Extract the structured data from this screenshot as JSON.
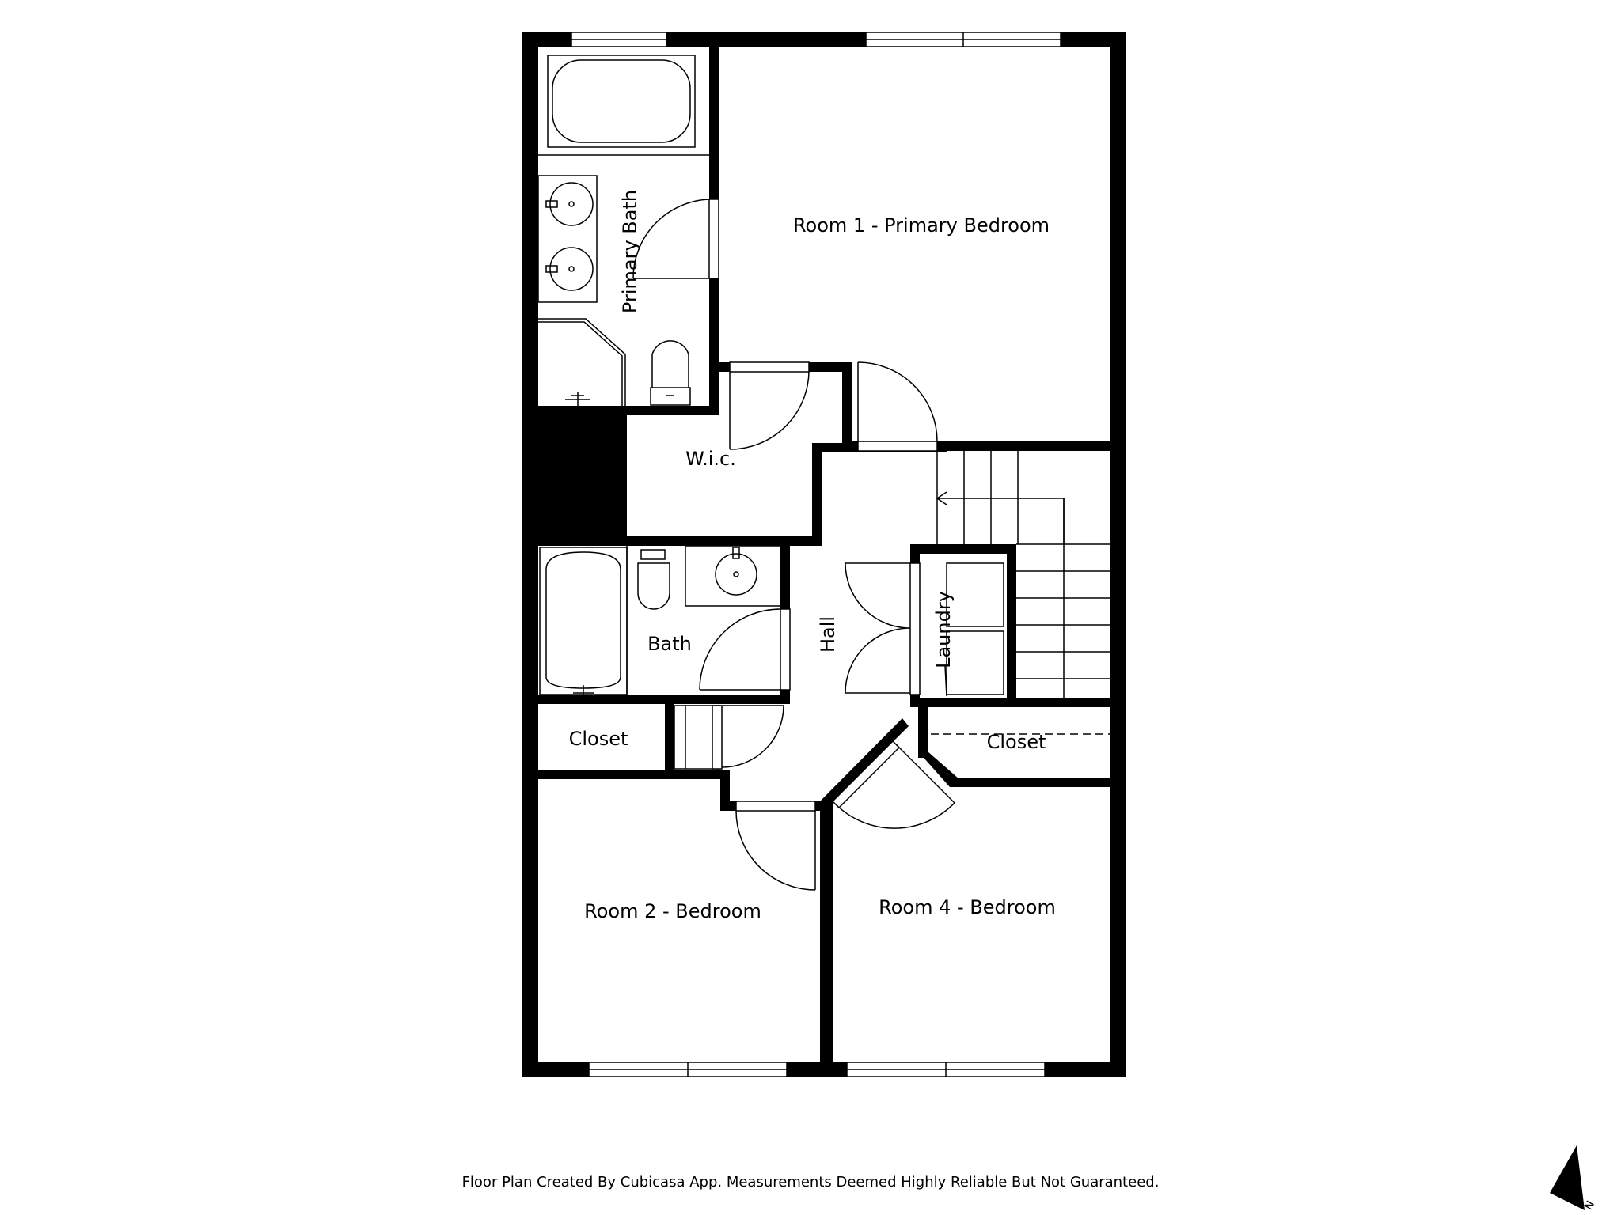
{
  "rooms": {
    "primary_bedroom": "Room 1 - Primary Bedroom",
    "primary_bath": "Primary Bath",
    "wic": "W.i.c.",
    "bath": "Bath",
    "hall": "Hall",
    "laundry": "Laundry",
    "closet_left": "Closet",
    "closet_right": "Closet",
    "bedroom_2": "Room 2 - Bedroom",
    "bedroom_4": "Room 4 - Bedroom"
  },
  "footer": "Floor Plan Created By Cubicasa App. Measurements Deemed Highly Reliable But Not Guaranteed.",
  "compass": {
    "label": "N",
    "icon": "north-arrow-icon"
  },
  "colors": {
    "wall": "#000000",
    "background": "#ffffff"
  }
}
